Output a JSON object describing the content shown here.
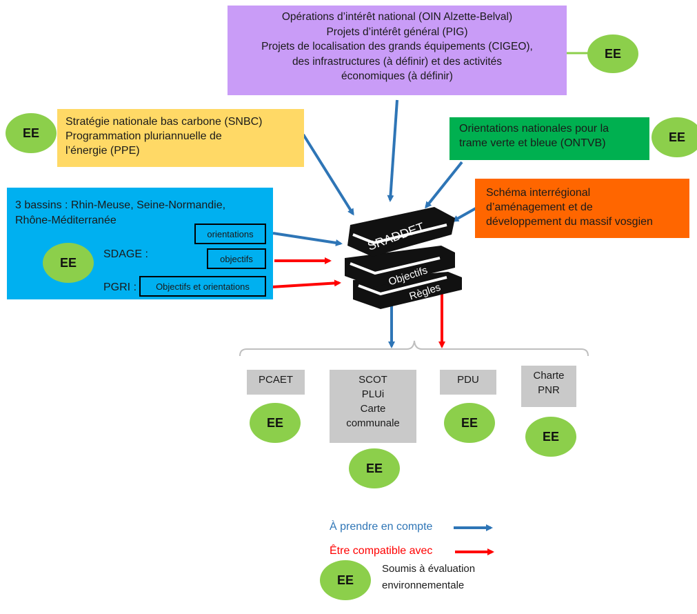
{
  "top_box": {
    "lines": [
      "Opérations d’intérêt national (OIN Alzette-Belval)",
      "Projets d’intérêt général (PIG)",
      "Projets de localisation des grands équipements (CIGEO),",
      "des infrastructures (à définir) et des activités",
      "économiques (à définir)"
    ],
    "color": "#c99cf7"
  },
  "snbc_box": {
    "lines": [
      "Stratégie nationale bas carbone (SNBC)",
      "Programmation pluriannuelle de",
      "l’énergie (PPE)"
    ],
    "color": "#ffd966"
  },
  "ontvb_box": {
    "lines": [
      "Orientations nationales pour la",
      "trame verte et bleue (ONTVB)"
    ],
    "color": "#00b050"
  },
  "massif_box": {
    "lines": [
      "Schéma interrégional",
      "d’aménagement et de",
      "développement du massif vosgien"
    ],
    "color": "#ff6600"
  },
  "bassins_box": {
    "title_line1": "3 bassins : Rhin-Meuse, Seine-Normandie,",
    "title_line2": "Rhône-Méditerranée",
    "sdage_label": "SDAGE :",
    "pgri_label": "PGRI :",
    "orientations_label": "orientations",
    "objectifs_label": "objectifs",
    "objectifs_orientations_label": "Objectifs et orientations",
    "color": "#00b0f0"
  },
  "books": {
    "top_label": "SRADDET",
    "middle_label": "Objectifs",
    "bottom_label": "Règles"
  },
  "documents": {
    "pcaet": [
      "PCAET"
    ],
    "scot": [
      "SCOT",
      "PLUi",
      "Carte",
      "communale"
    ],
    "pdu": [
      "PDU"
    ],
    "pnr": [
      "Charte",
      "PNR"
    ]
  },
  "ee_label": "EE",
  "legend": {
    "blue_text": "À prendre en compte",
    "red_text": "Être compatible avec",
    "ee_desc_line1": "Soumis à évaluation",
    "ee_desc_line2": "environnementale"
  },
  "colors": {
    "ee_green": "#8ccf4b",
    "arrow_blue": "#2e75b6",
    "arrow_red": "#ff0000",
    "doc_grey": "#c9c9c9"
  }
}
